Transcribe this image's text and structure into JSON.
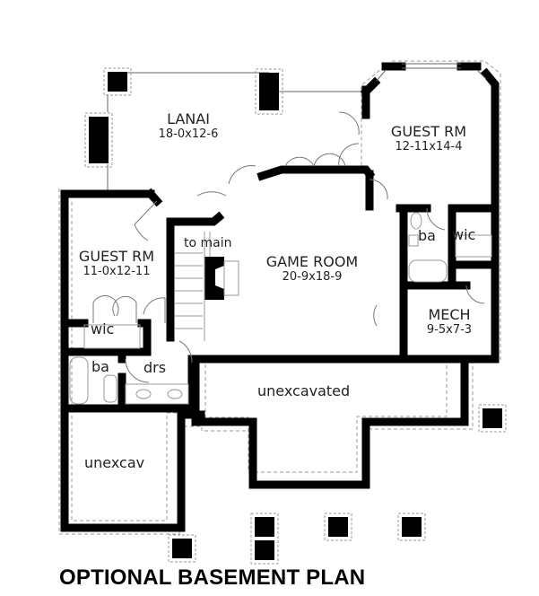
{
  "title": "OPTIONAL BASEMENT PLAN",
  "rooms": {
    "lanai": {
      "name": "LANAI",
      "dims": "18-0x12-6"
    },
    "guest_rm_right": {
      "name": "GUEST RM",
      "dims": "12-11x14-4"
    },
    "guest_rm_left": {
      "name": "GUEST RM",
      "dims": "11-0x12-11"
    },
    "game_room": {
      "name": "GAME ROOM",
      "dims": "20-9x18-9"
    },
    "mech": {
      "name": "MECH",
      "dims": "9-5x7-3"
    }
  },
  "labels": {
    "to_main": "to main",
    "ba_right": "ba",
    "wic_right": "wic",
    "wic_left": "wic",
    "ba_left": "ba",
    "drs": "drs",
    "unexcavated": "unexcavated",
    "unexcav": "unexcav"
  },
  "colors": {
    "wall": "#000000",
    "line": "#888888",
    "text": "#222222"
  }
}
